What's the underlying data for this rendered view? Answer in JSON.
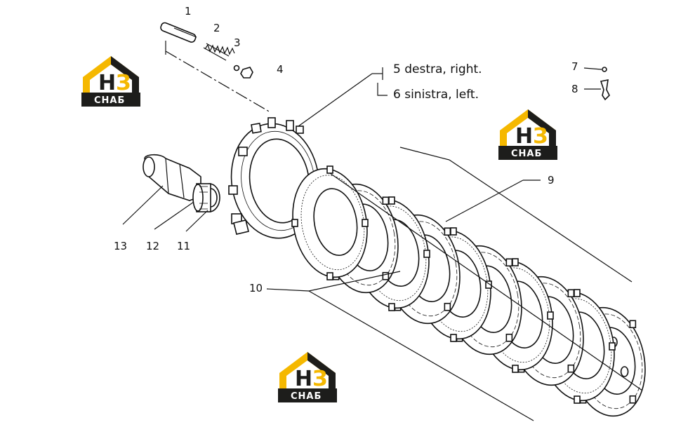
{
  "callouts": [
    {
      "id": "1",
      "text": "1"
    },
    {
      "id": "2",
      "text": "2"
    },
    {
      "id": "3",
      "text": "3"
    },
    {
      "id": "4",
      "text": "4"
    },
    {
      "id": "7",
      "text": "7"
    },
    {
      "id": "8",
      "text": "8"
    },
    {
      "id": "9",
      "text": "9"
    },
    {
      "id": "10",
      "text": "10"
    },
    {
      "id": "11",
      "text": "11"
    },
    {
      "id": "12",
      "text": "12"
    },
    {
      "id": "13",
      "text": "13"
    }
  ],
  "notes": {
    "right": "5 destra, right.",
    "left": "6 sinistra, left."
  },
  "logo": {
    "mark": "НЗ",
    "sub": "СНАБ",
    "colors": {
      "yellow": "#f5b800",
      "dark": "#1d1d1b"
    }
  }
}
